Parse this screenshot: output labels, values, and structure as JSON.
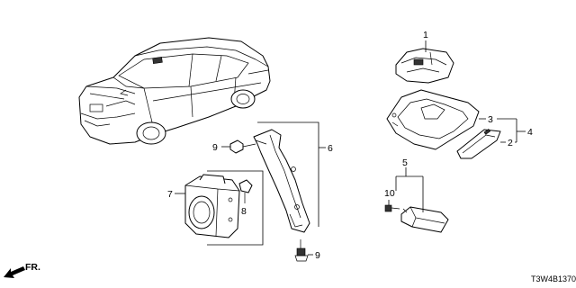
{
  "diagram": {
    "callouts": {
      "c1": "1",
      "c2": "2",
      "c3": "3",
      "c4": "4",
      "c5": "5",
      "c6": "6",
      "c7": "7",
      "c8": "8",
      "c9a": "9",
      "c9b": "9",
      "c10": "10"
    },
    "direction_label": "FR.",
    "diagram_code": "T3W4B1370"
  },
  "icons": {
    "vehicle": "sedan-illustration",
    "front_arrow": "arrow-icon"
  }
}
